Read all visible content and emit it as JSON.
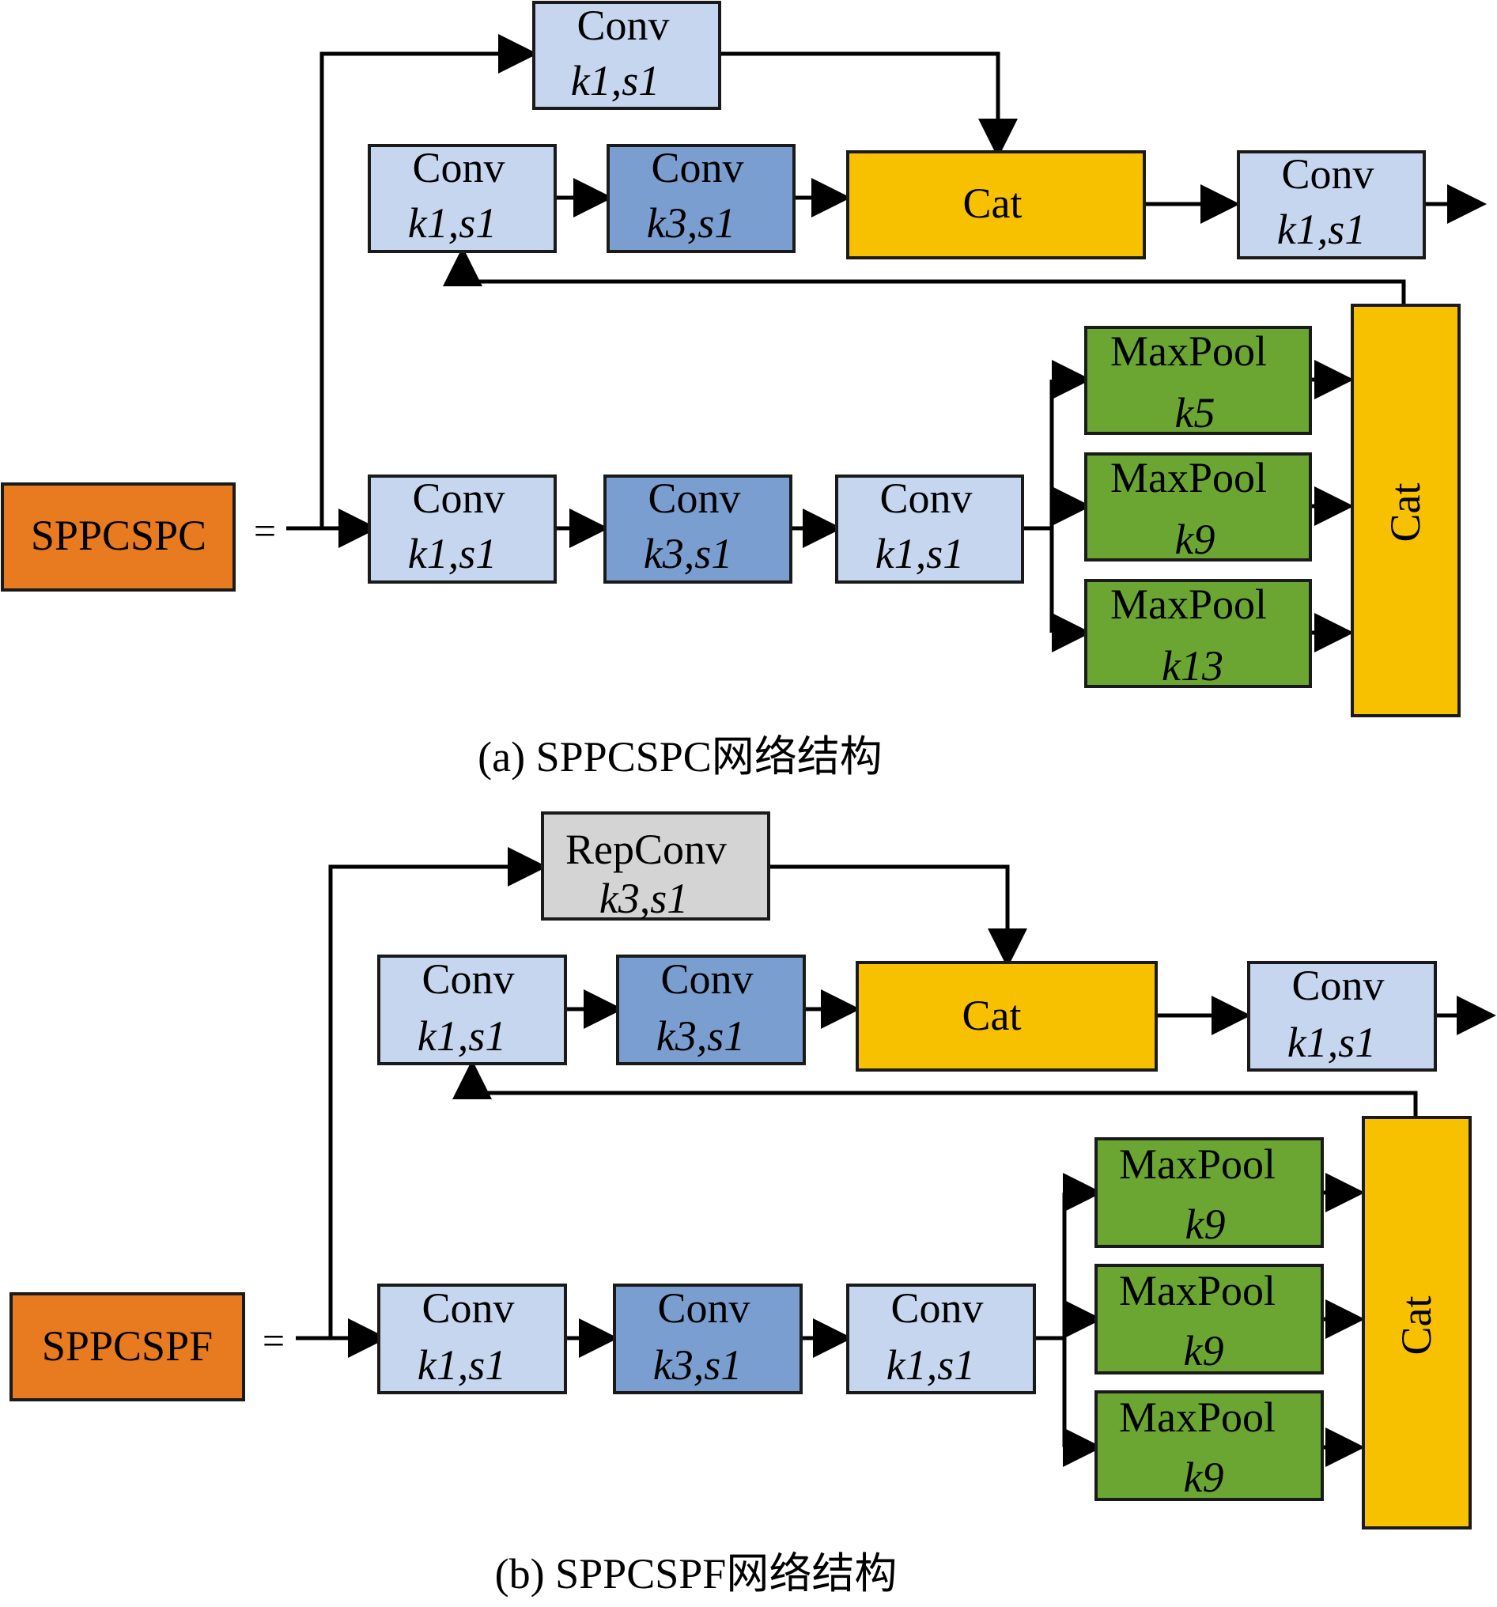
{
  "colors": {
    "conv_light": "#c6d6ee",
    "conv_dark": "#7a9ecf",
    "cat": "#f8c100",
    "maxpool": "#6aa631",
    "spp": "#e87a1f",
    "repconv": "#d4d4d4"
  },
  "diagram_a": {
    "main_label": "SPPCSPC",
    "equals": "=",
    "top_conv": {
      "title": "Conv",
      "params": "k1,s1"
    },
    "row1": [
      {
        "title": "Conv",
        "params": "k1,s1"
      },
      {
        "title": "Conv",
        "params": "k3,s1"
      },
      {
        "title": "Cat"
      },
      {
        "title": "Conv",
        "params": "k1,s1"
      }
    ],
    "row2": [
      {
        "title": "Conv",
        "params": "k1,s1"
      },
      {
        "title": "Conv",
        "params": "k3,s1"
      },
      {
        "title": "Conv",
        "params": "k1,s1"
      }
    ],
    "pools": [
      {
        "title": "MaxPool",
        "params": "k5"
      },
      {
        "title": "MaxPool",
        "params": "k9"
      },
      {
        "title": "MaxPool",
        "params": "k13"
      }
    ],
    "cat_vertical": "Cat",
    "caption": "(a)  SPPCSPC网络结构"
  },
  "diagram_b": {
    "main_label": "SPPCSPF",
    "equals": "=",
    "top_conv": {
      "title": "RepConv",
      "params": "k3,s1"
    },
    "row1": [
      {
        "title": "Conv",
        "params": "k1,s1"
      },
      {
        "title": "Conv",
        "params": "k3,s1"
      },
      {
        "title": "Cat"
      },
      {
        "title": "Conv",
        "params": "k1,s1"
      }
    ],
    "row2": [
      {
        "title": "Conv",
        "params": "k1,s1"
      },
      {
        "title": "Conv",
        "params": "k3,s1"
      },
      {
        "title": "Conv",
        "params": "k1,s1"
      }
    ],
    "pools": [
      {
        "title": "MaxPool",
        "params": "k9"
      },
      {
        "title": "MaxPool",
        "params": "k9"
      },
      {
        "title": "MaxPool",
        "params": "k9"
      }
    ],
    "cat_vertical": "Cat",
    "caption": "(b)  SPPCSPF网络结构"
  }
}
